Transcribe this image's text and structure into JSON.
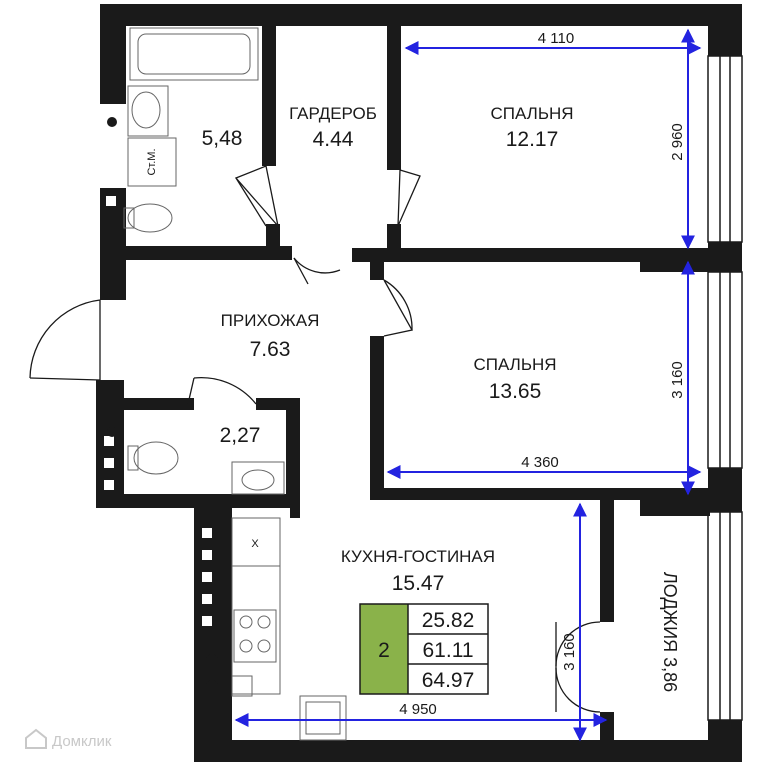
{
  "rooms": {
    "bathroom": {
      "area": "5,48",
      "fixture_label": "Ст.М."
    },
    "wardrobe": {
      "name": "ГАРДЕРОБ",
      "area": "4.44"
    },
    "bedroom1": {
      "name": "СПАЛЬНЯ",
      "area": "12.17"
    },
    "hallway": {
      "name": "ПРИХОЖАЯ",
      "area": "7.63"
    },
    "bedroom2": {
      "name": "СПАЛЬНЯ",
      "area": "13.65"
    },
    "wc": {
      "area": "2,27"
    },
    "kitchen": {
      "name": "КУХНЯ-ГОСТИНАЯ",
      "area": "15.47",
      "fixture_label": "Х"
    },
    "loggia": {
      "label": "ЛОДЖИЯ 3,86"
    }
  },
  "dimensions": {
    "bedroom1_width": "4 110",
    "bedroom1_height": "2 960",
    "bedroom2_height": "3 160",
    "bedroom2_width": "4 360",
    "kitchen_height": "3 160",
    "kitchen_width": "4 950"
  },
  "summary": {
    "rooms_count": "2",
    "living_area": "25.82",
    "total_area": "61.11",
    "total_with_loggia": "64.97"
  },
  "watermark": {
    "text": "Домклик"
  },
  "colors": {
    "walls": "#1a1a1a",
    "dimension_line": "#2323e0",
    "rooms_badge": "#8ab24a"
  }
}
